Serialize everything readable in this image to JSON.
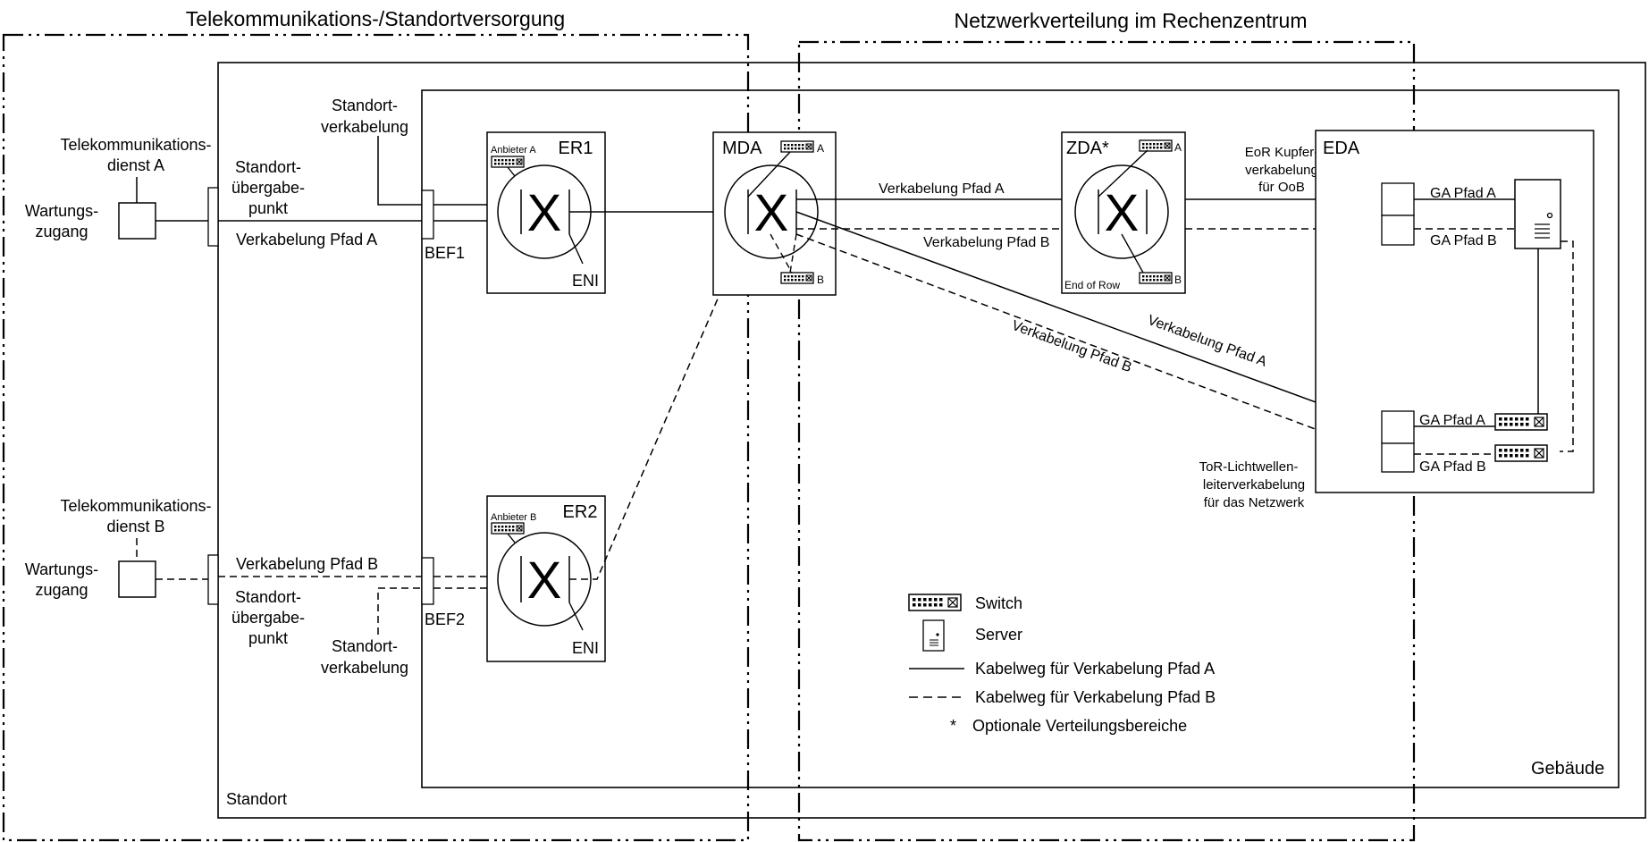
{
  "headers": {
    "left": "Telekommunikations-/Standortversorgung",
    "right": "Netzwerkverteilung im Rechenzentrum"
  },
  "areas": {
    "standort": "Standort",
    "gebaeude": "Gebäude"
  },
  "telco_a": {
    "line1": "Telekommunikations-",
    "line2": "dienst A"
  },
  "telco_b": {
    "line1": "Telekommunikations-",
    "line2": "dienst B"
  },
  "wartung_a": {
    "line1": "Wartungs-",
    "line2": "zugang"
  },
  "wartung_b": {
    "line1": "Wartungs-",
    "line2": "zugang"
  },
  "uebergabe_a": {
    "line1": "Standort-",
    "line2": "übergabe-",
    "line3": "punkt"
  },
  "uebergabe_b": {
    "line1": "Standort-",
    "line2": "übergabe-",
    "line3": "punkt"
  },
  "standortverkabelung_a": {
    "line1": "Standort-",
    "line2": "verkabelung"
  },
  "standortverkabelung_b": {
    "line1": "Standort-",
    "line2": "verkabelung"
  },
  "cable_labels": {
    "pfad_a_left": "Verkabelung Pfad A",
    "pfad_b_left": "Verkabelung Pfad B",
    "pfad_a_top": "Verkabelung Pfad A",
    "pfad_b_top": "Verkabelung Pfad B",
    "pfad_a_diag": "Verkabelung Pfad A",
    "pfad_b_diag": "Verkabelung Pfad B"
  },
  "bef1": "BEF1",
  "bef2": "BEF2",
  "er1": {
    "title": "ER1",
    "provider": "Anbieter A",
    "eni": "ENI",
    "x": "X"
  },
  "er2": {
    "title": "ER2",
    "provider": "Anbieter B",
    "eni": "ENI",
    "x": "X"
  },
  "mda": {
    "title": "MDA",
    "switch_a": "A",
    "switch_b": "B",
    "x": "X"
  },
  "zda": {
    "title": "ZDA*",
    "switch_a": "A",
    "switch_b": "B",
    "footer": "End of Row",
    "x": "X"
  },
  "eor": {
    "line1": "EoR Kupfer-",
    "line2": "verkabelung",
    "line3": "für OoB"
  },
  "eda": {
    "title": "EDA",
    "ga_a_top": "GA Pfad A",
    "ga_b_top": "GA Pfad B",
    "ga_a_bottom": "GA Pfad A",
    "ga_b_bottom": "GA Pfad B"
  },
  "tor": {
    "line1": "ToR-Lichtwellen-",
    "line2": "leiterverkabelung",
    "line3": "für das Netzwerk"
  },
  "legend": {
    "switch": "Switch",
    "server": "Server",
    "solid": "Kabelweg für Verkabelung Pfad A",
    "dashed": "Kabelweg für Verkabelung Pfad B",
    "optional_marker": "*",
    "optional": "Optionale Verteilungsbereiche"
  },
  "icons": [
    "switch-icon",
    "server-icon"
  ]
}
